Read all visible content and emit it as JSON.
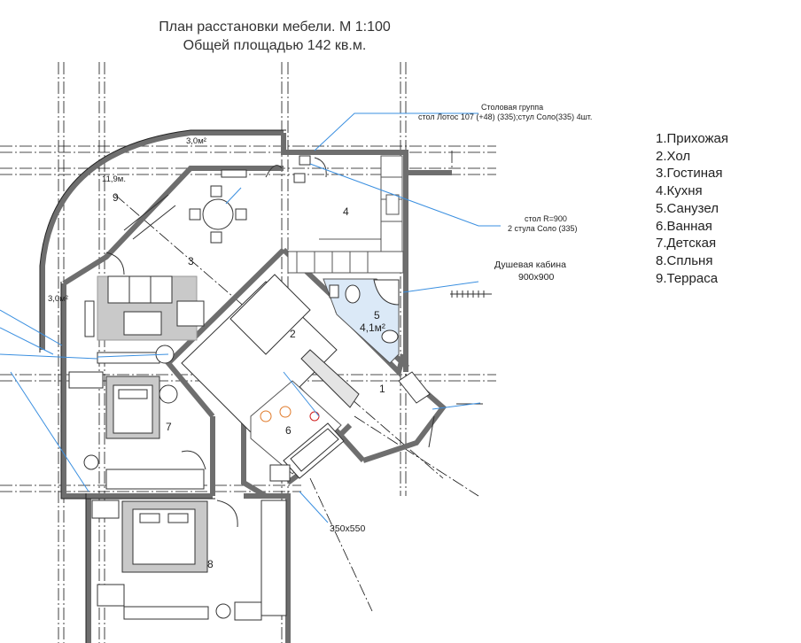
{
  "title_line1": "План расстановки мебели. М 1:100",
  "title_line2": "Общей площадью 142 кв.м.",
  "legend": [
    "1.Прихожая",
    "2.Хол",
    "3.Гостиная",
    "4.Кухня",
    "5.Санузел",
    "6.Ванная",
    "7.Детская",
    "8.Спльня",
    "9.Терраса"
  ],
  "rooms": {
    "r1": "1",
    "r2": "2",
    "r3": "3",
    "r4": "4",
    "r5": "5",
    "r6": "6",
    "r7": "7",
    "r8": "8",
    "r9": "9"
  },
  "areas": {
    "terrace_top": "3,0м²",
    "terrace_main": "11,9м.",
    "terrace_left": "3,0м²",
    "bath": "4,1м²"
  },
  "annotations": {
    "dining_title": "Столовая группа",
    "dining_desc": "стол Лотос 107 (+48) (335);стул Соло(335) 4шт.",
    "table_r": "стол R=900",
    "chairs": "2 стула Соло (335)",
    "shower_title": "Душевая кабина",
    "shower_size": "900х900",
    "bathtub_size": "350х550"
  },
  "colors": {
    "wall": "#6e6e6e",
    "axis": "#111111",
    "leader": "#3a8fe0",
    "bath_tile": "#dbe9f7",
    "carpet": "#c9c9c9"
  }
}
